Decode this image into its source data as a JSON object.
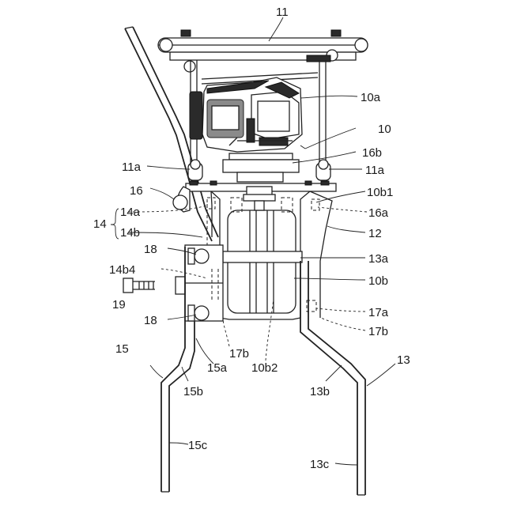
{
  "labels": {
    "l11": "11",
    "l10a": "10a",
    "l10": "10",
    "l16b": "16b",
    "l11a_left": "11a",
    "l11a_right": "11a",
    "l16": "16",
    "l10b1": "10b1",
    "l14": "14",
    "l14a": "14a",
    "l16a": "16a",
    "l14b": "14b",
    "l12": "12",
    "l18_top": "18",
    "l13a": "13a",
    "l14b4": "14b4",
    "l10b": "10b",
    "l19": "19",
    "l17a": "17a",
    "l18_bottom": "18",
    "l17b_right": "17b",
    "l17b_left": "17b",
    "l15": "15",
    "l15a": "15a",
    "l10b2": "10b2",
    "l13": "13",
    "l15b": "15b",
    "l13b": "13b",
    "l15c": "15c",
    "l13c": "13c"
  }
}
